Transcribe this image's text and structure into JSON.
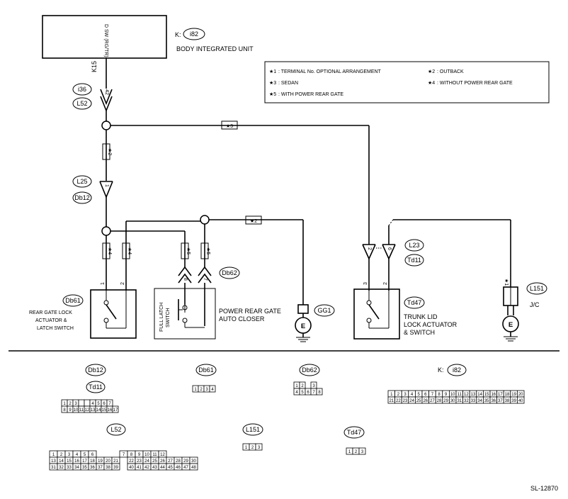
{
  "body_unit": {
    "connector": "i82",
    "connector_prefix": "K:",
    "name": "BODY INTEGRATED UNIT",
    "pin_signal": "D SW (RG/TR)",
    "terminal_label": "K15",
    "pin": "42"
  },
  "legend": {
    "items": [
      {
        "mark": "★1",
        "text": ": TERMINAL No. OPTIONAL ARRANGEMENT"
      },
      {
        "mark": "★2",
        "text": ": OUTBACK"
      },
      {
        "mark": "★3",
        "text": ": SEDAN"
      },
      {
        "mark": "★4",
        "text": ": WITHOUT POWER REAR GATE"
      },
      {
        "mark": "★5",
        "text": ": WITH POWER REAR GATE"
      }
    ]
  },
  "connectors": {
    "i36": "i36",
    "L52": "L52",
    "L25": "L25",
    "Db12": "Db12",
    "Db61": "Db61",
    "Db62": "Db62",
    "GG1": "GG1",
    "L23": "L23",
    "Td11": "Td11",
    "Td47": "Td47",
    "L151": "L151"
  },
  "wire_marks": {
    "m3": "★3",
    "m2a": "★2",
    "m2b": "★2",
    "m4a": "★4",
    "m4b": "★4",
    "m5a": "★5",
    "m5b": "★5",
    "m1": "★1"
  },
  "pins": {
    "db12": "1",
    "db62_left": "8",
    "db62_right": "7",
    "db61_left": "1",
    "db61_right": "2",
    "l23_left": "2",
    "l23_right": "6",
    "td47_left": "3",
    "td47_right": "2"
  },
  "components": {
    "rear_gate_lock": "REAR GATE LOCK\nACTUATOR &\nLATCH SWITCH",
    "full_latch": "FULL LATCH\nSWITCH",
    "power_closer": "POWER REAR GATE\nAUTO CLOSER",
    "trunk_lid": "TRUNK LID\nLOCK ACTUATOR\n& SWITCH",
    "jc": "J/C",
    "ground": "E"
  },
  "connector_views": {
    "db12_label": "Db12",
    "td11_label": "Td11",
    "db61_label": "Db61",
    "db62_label": "Db62",
    "i82_label": "i82",
    "i82_prefix": "K:",
    "l52_label": "L52",
    "l151_label": "L151",
    "td47_label": "Td47"
  },
  "diagram_code": "SL-12870"
}
